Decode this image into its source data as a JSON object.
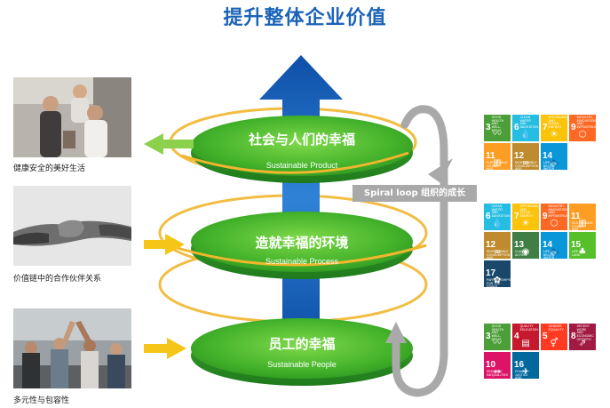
{
  "title": "提升整体企业价值",
  "side_items": [
    {
      "caption": "健康安全的美好生活"
    },
    {
      "caption": "价值链中的合作伙伴关系"
    },
    {
      "caption": "多元性与包容性"
    }
  ],
  "layers": [
    {
      "title": "社会与人们的幸福",
      "subtitle": "Sustainable Product"
    },
    {
      "title": "造就幸福的环境",
      "subtitle": "Sustainable Process"
    },
    {
      "title": "员工的幸福",
      "subtitle": "Sustainable People"
    }
  ],
  "loop_label": "Spiral loop 组织的成长",
  "sdg_groups": [
    {
      "goals": [
        {
          "num": "3",
          "text": "GOOD HEALTH AND WELL-BEING",
          "color": "#4c9f38",
          "icon": "heartbeat"
        },
        {
          "num": "6",
          "text": "CLEAN WATER AND SANITATION",
          "color": "#26bde2",
          "icon": "droplet"
        },
        {
          "num": "7",
          "text": "AFFORDABLE AND CLEAN ENERGY",
          "color": "#fcc30b",
          "icon": "sun"
        },
        {
          "num": "9",
          "text": "INDUSTRY, INNOVATION AND INFRASTRUCTURE",
          "color": "#fd6925",
          "icon": "cubes"
        },
        {
          "num": "11",
          "text": "SUSTAINABLE CITIES AND COMMUNITIES",
          "color": "#fd9d24",
          "icon": "buildings"
        },
        {
          "num": "12",
          "text": "RESPONSIBLE CONSUMPTION AND PRODUCTION",
          "color": "#bf8b2e",
          "icon": "infinity"
        },
        {
          "num": "14",
          "text": "LIFE BELOW WATER",
          "color": "#0a97d9",
          "icon": "fish"
        }
      ]
    },
    {
      "goals": [
        {
          "num": "6",
          "text": "CLEAN WATER AND SANITATION",
          "color": "#26bde2",
          "icon": "droplet"
        },
        {
          "num": "7",
          "text": "AFFORDABLE AND CLEAN ENERGY",
          "color": "#fcc30b",
          "icon": "sun"
        },
        {
          "num": "9",
          "text": "INDUSTRY, INNOVATION AND INFRASTRUCTURE",
          "color": "#fd6925",
          "icon": "cubes"
        },
        {
          "num": "11",
          "text": "SUSTAINABLE CITIES AND COMMUNITIES",
          "color": "#fd9d24",
          "icon": "buildings"
        },
        {
          "num": "12",
          "text": "RESPONSIBLE CONSUMPTION AND PRODUCTION",
          "color": "#bf8b2e",
          "icon": "infinity"
        },
        {
          "num": "13",
          "text": "CLIMATE ACTION",
          "color": "#3f7e44",
          "icon": "eye"
        },
        {
          "num": "14",
          "text": "LIFE BELOW WATER",
          "color": "#0a97d9",
          "icon": "fish"
        },
        {
          "num": "15",
          "text": "LIFE ON LAND",
          "color": "#56c02b",
          "icon": "tree"
        },
        {
          "num": "17",
          "text": "PARTNERSHIPS FOR THE GOALS",
          "color": "#19486a",
          "icon": "flower"
        }
      ]
    },
    {
      "goals": [
        {
          "num": "3",
          "text": "GOOD HEALTH AND WELL-BEING",
          "color": "#4c9f38",
          "icon": "heartbeat"
        },
        {
          "num": "4",
          "text": "QUALITY EDUCATION",
          "color": "#c5192d",
          "icon": "book"
        },
        {
          "num": "5",
          "text": "GENDER EQUALITY",
          "color": "#ff3a21",
          "icon": "gender"
        },
        {
          "num": "8",
          "text": "DECENT WORK AND ECONOMIC GROWTH",
          "color": "#a21942",
          "icon": "chart"
        },
        {
          "num": "10",
          "text": "REDUCED INEQUALITIES",
          "color": "#dd1367",
          "icon": "equal"
        },
        {
          "num": "16",
          "text": "PEACE, JUSTICE AND STRONG INSTITUTIONS",
          "color": "#00689d",
          "icon": "dove"
        }
      ]
    }
  ],
  "colors": {
    "title": "#1b63b7",
    "disc_green": "#4cb82a",
    "arrow_blue": "#1a5fb4",
    "side_arrow_green": "#8cd14b",
    "side_arrow_yellow": "#f5c518",
    "orbit": "#f0b62e",
    "loop_grey": "#a9a9a9"
  }
}
